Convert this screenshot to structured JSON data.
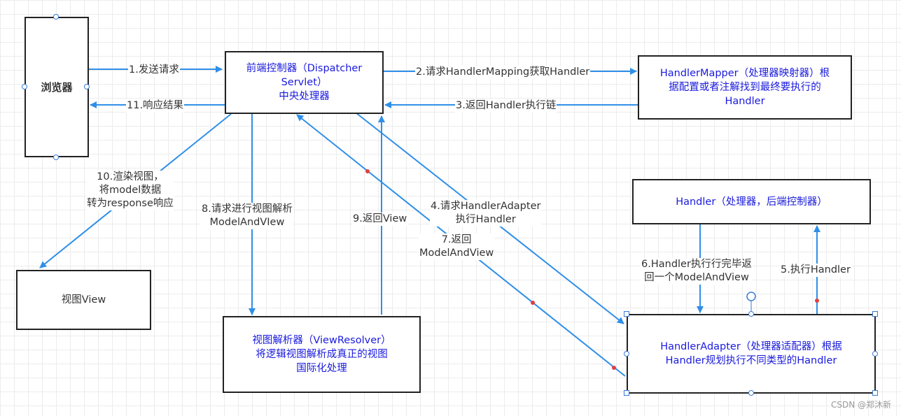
{
  "nodes": {
    "browser": {
      "lines": [
        "浏览器"
      ]
    },
    "dispatcher": {
      "lines": [
        "前端控制器（Dispatcher",
        "Servlet）",
        "中央处理器"
      ]
    },
    "handler_mapper": {
      "lines": [
        "HandlerMapper（处理器映射器）根",
        "据配置或者注解找到最终要执行的",
        "Handler"
      ]
    },
    "handler": {
      "lines": [
        "Handler（处理器，后端控制器）"
      ]
    },
    "view": {
      "lines": [
        "视图View"
      ]
    },
    "view_resolver": {
      "lines": [
        "视图解析器（ViewResolver）",
        "将逻辑视图解析成真正的视图",
        "国际化处理"
      ]
    },
    "handler_adapter": {
      "lines": [
        "HandlerAdapter（处理器适配器）根据",
        "Handler规划执行不同类型的Handler"
      ]
    }
  },
  "edges": [
    {
      "id": "e1",
      "lines": [
        "1.发送请求"
      ]
    },
    {
      "id": "e2",
      "lines": [
        "2.请求HandlerMapping获取Handler"
      ]
    },
    {
      "id": "e3",
      "lines": [
        "3.返回Handler执行链"
      ]
    },
    {
      "id": "e4",
      "lines": [
        "4.请求HandlerAdapter",
        "执行Handler"
      ]
    },
    {
      "id": "e5",
      "lines": [
        "5.执行Handler"
      ]
    },
    {
      "id": "e6",
      "lines": [
        "6.Handler执行行完毕返",
        "回一个ModelAndView"
      ]
    },
    {
      "id": "e7",
      "lines": [
        "7.返回",
        "ModelAndView"
      ]
    },
    {
      "id": "e8",
      "lines": [
        "8.请求进行视图解析",
        "ModelAndVIew"
      ]
    },
    {
      "id": "e9",
      "lines": [
        "9.返回View"
      ]
    },
    {
      "id": "e10",
      "lines": [
        "10.渲染视图，",
        "将model数据",
        "转为response响应"
      ]
    },
    {
      "id": "e11",
      "lines": [
        "11.响应结果"
      ]
    }
  ],
  "colors": {
    "edge": "#2f8fe8",
    "node_text": "#1a1add",
    "border": "#222222"
  },
  "watermark": "CSDN @郑沐新"
}
